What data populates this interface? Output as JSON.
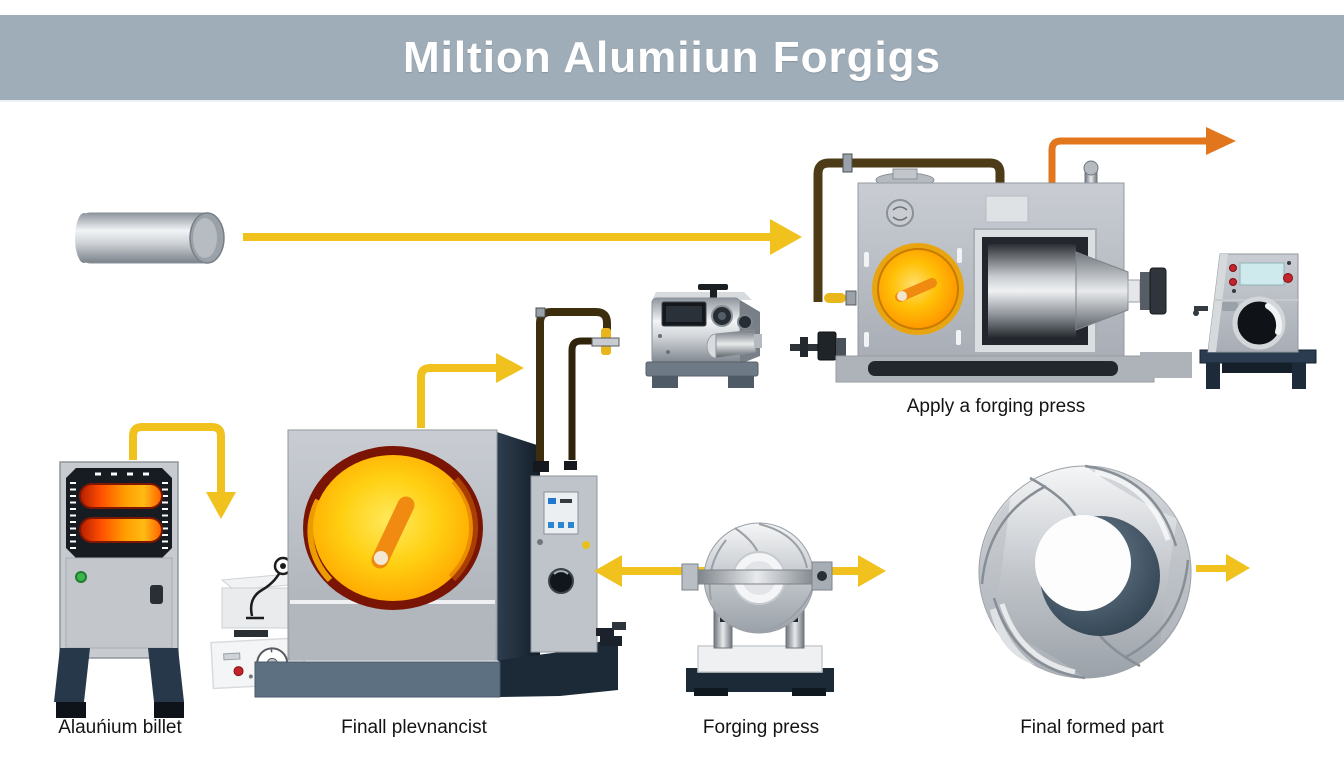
{
  "header": {
    "title": "Miltion Alumiiun Forgigs"
  },
  "captions": {
    "apply_press": "Apply a forging press",
    "billet": "Alauńium billet",
    "furnace": "Finall plevnancist",
    "forging_press": "Forging press",
    "final_part": "Final formed part"
  },
  "colors": {
    "header_bg": "#9fadb9",
    "flow_arrow_yellow": "#f1c11d",
    "output_arrow_orange": "#e2761c",
    "pipe_brown": "#4d3a16",
    "glow_center": "#ffe34a",
    "glow_edge": "#ff9800",
    "heat_bar_red": "#e03000",
    "navy_dark": "#1d2b3a",
    "base_slate": "#5c7081",
    "machine_gray": "#b5bac1",
    "status_green": "#3cb54a",
    "button_red": "#c4242b",
    "screen_cyan": "#cfeaec"
  },
  "icons": {
    "billet": "aluminum-billet-icon",
    "furnace": "heating-furnace-icon",
    "press": "forging-press-icon",
    "turbine": "impeller-fixture-icon",
    "final_part": "formed-ring-icon",
    "quench": "quench-machine-icon",
    "heater": "induction-heater-icon"
  }
}
